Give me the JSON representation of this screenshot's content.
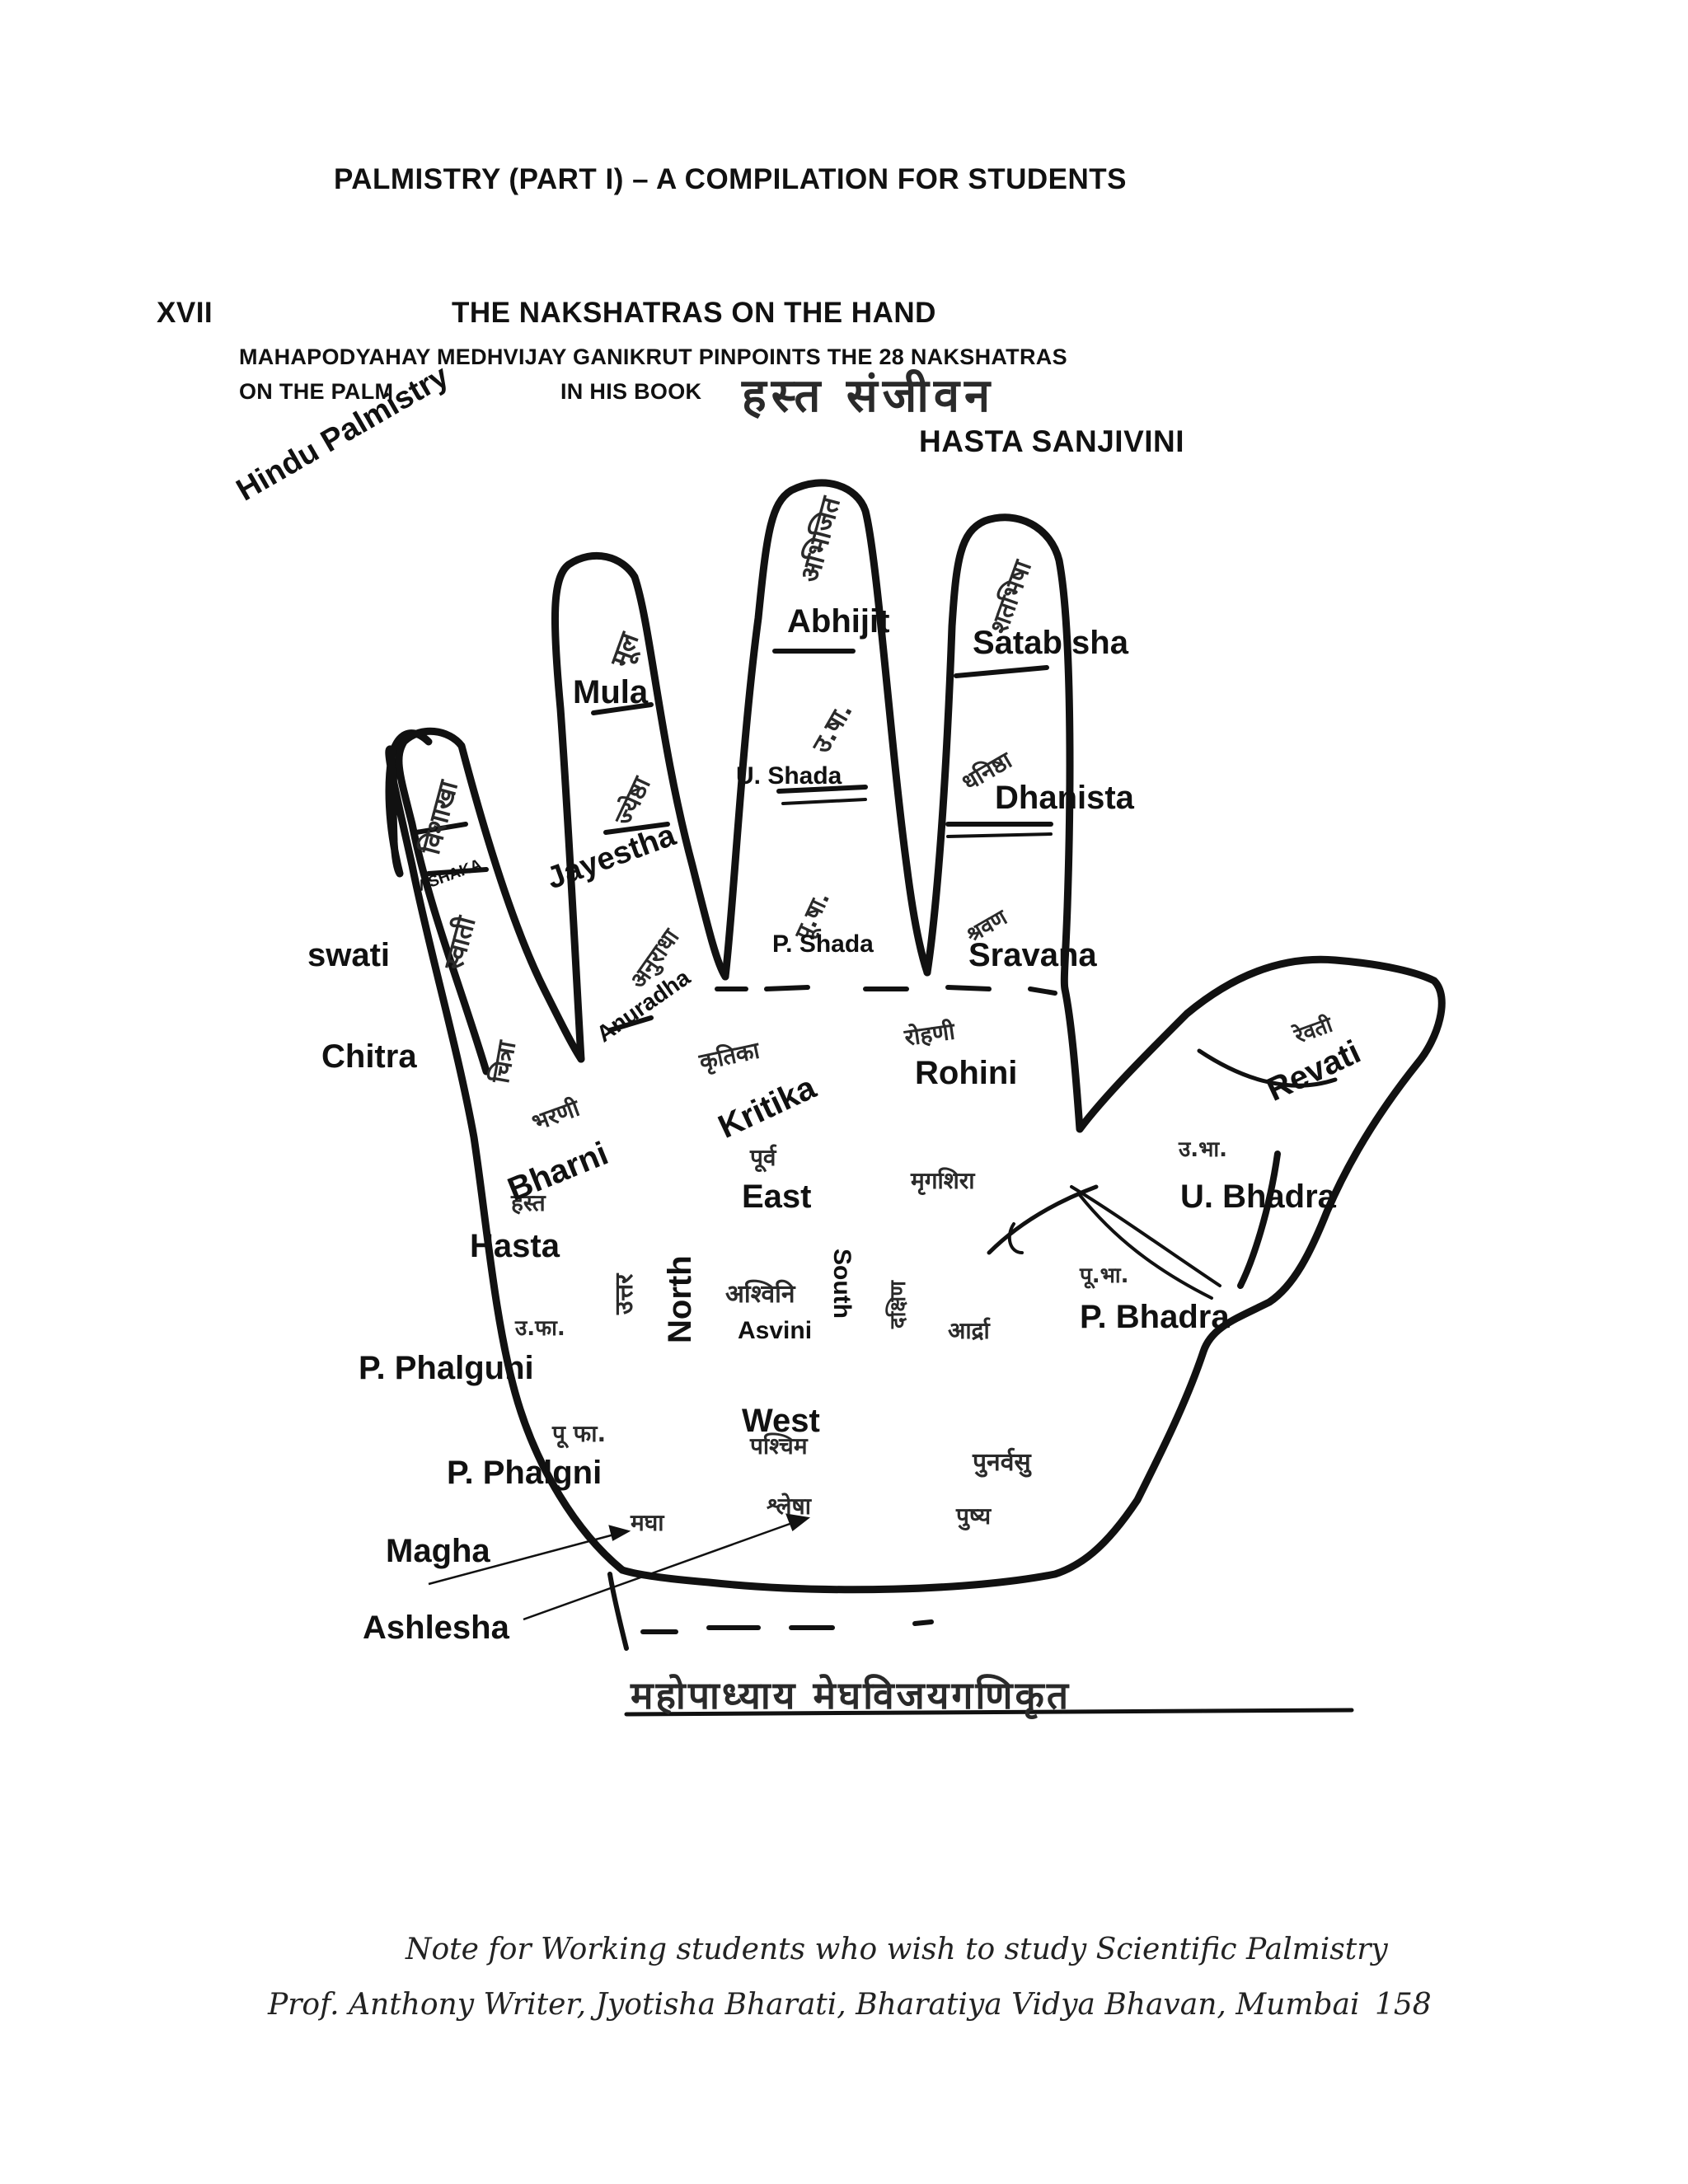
{
  "header": {
    "running_title": "PALMISTRY   (PART I) – A COMPILATION FOR STUDENTS",
    "section_number": "XVII",
    "section_title": "THE NAKSHATRAS ON THE HAND",
    "subtitle_line1": "MAHAPODYAHAY MEDHVIJAY GANIKRUT PINPOINTS THE 28 NAKSHATRAS",
    "subtitle_line2a": "ON THE PALM",
    "subtitle_line2b": "IN HIS BOOK",
    "book_name_devanagari": "हस्त संजीवन",
    "book_name": "HASTA SANJIVINI",
    "diagonal_label": "Hindu Palmistry"
  },
  "labels": {
    "abhijit": "Abhijit",
    "satabisha": "Satabisha",
    "mula": "Mula",
    "u_shada": "U. Shada",
    "dhanista": "Dhanista",
    "jayestha": "Jayestha",
    "vishaka": "VISHAKA",
    "swati": "swati",
    "p_shada": "P. Shada",
    "sravana": "Sravana",
    "anuradha": "Anuradha",
    "chitra": "Chitra",
    "kritika": "Kritika",
    "rohini": "Rohini",
    "revati": "Revati",
    "bharni": "Bharni",
    "east": "East",
    "u_bhadra": "U. Bhadra",
    "hasta": "Hasta",
    "north": "North",
    "south": "South",
    "asvini": "Asvini",
    "p_bhadra": "P. Bhadra",
    "p_phalguni": "P. Phalguni",
    "west": "West",
    "p_phalgni": "P. Phalgni",
    "magha": "Magha",
    "ashlesha": "Ashlesha"
  },
  "devanagari": {
    "abhijit": "अभिजित",
    "shatabhisha": "शतभिषा",
    "mula": "मूल",
    "usha": "उ.षा.",
    "dhanishtha": "धनिष्ठा",
    "jyeshtha": "ज्येष्ठा",
    "vishakha": "विशाखा",
    "swati": "स्वाती",
    "anuradha": "अनुराधा",
    "pusha": "पू.षा.",
    "shravana": "श्रवण",
    "chitra": "चित्रा",
    "kritika": "कृतिका",
    "rohini": "रोहणी",
    "revati": "रेवती",
    "bharani": "भरणी",
    "purva": "पूर्व",
    "mrigashira": "मृगशिरा",
    "ubha": "उ.भा.",
    "hasta": "हस्त",
    "uttar": "उत्तर",
    "ashvini": "अश्विनि",
    "dakshin": "दक्षिण",
    "ardra": "आर्द्रा",
    "pubha": "पू.भा.",
    "ufa": "उ.फा.",
    "pufa": "पू फा.",
    "paschim": "पश्चिम",
    "punarvasu": "पुनर्वसु",
    "magha": "मघा",
    "ashlesha": "श्लेषा",
    "pushya": "पुष्य",
    "author": "महोपाध्याय मेघविजयगणिकृत"
  },
  "footer": {
    "line1": "Note for Working students who wish to study Scientific Palmistry",
    "line2": "Prof. Anthony Writer, Jyotisha Bharati, Bharatiya Vidya Bhavan,  Mumbai",
    "page_number": "158"
  }
}
